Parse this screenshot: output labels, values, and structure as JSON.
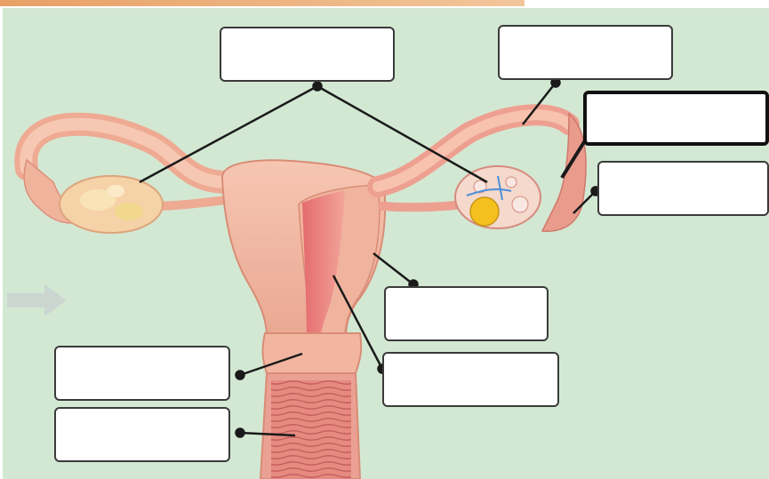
{
  "diagram": {
    "title": "",
    "labels": [
      {
        "id": "ovaries",
        "text": ""
      },
      {
        "id": "fallopian-tube",
        "text": ""
      },
      {
        "id": "fimbriae",
        "text": ""
      },
      {
        "id": "infundibulum",
        "text": ""
      },
      {
        "id": "myometrium",
        "text": ""
      },
      {
        "id": "endometrium",
        "text": ""
      },
      {
        "id": "cervix",
        "text": ""
      },
      {
        "id": "vagina",
        "text": ""
      }
    ],
    "colors": {
      "background": "#d3e8d3",
      "tissue": "#f0b7a0",
      "tissue_dark": "#d9706a",
      "ovary_yellow": "#f4c01e",
      "leader_line": "#1a1a1a"
    }
  }
}
